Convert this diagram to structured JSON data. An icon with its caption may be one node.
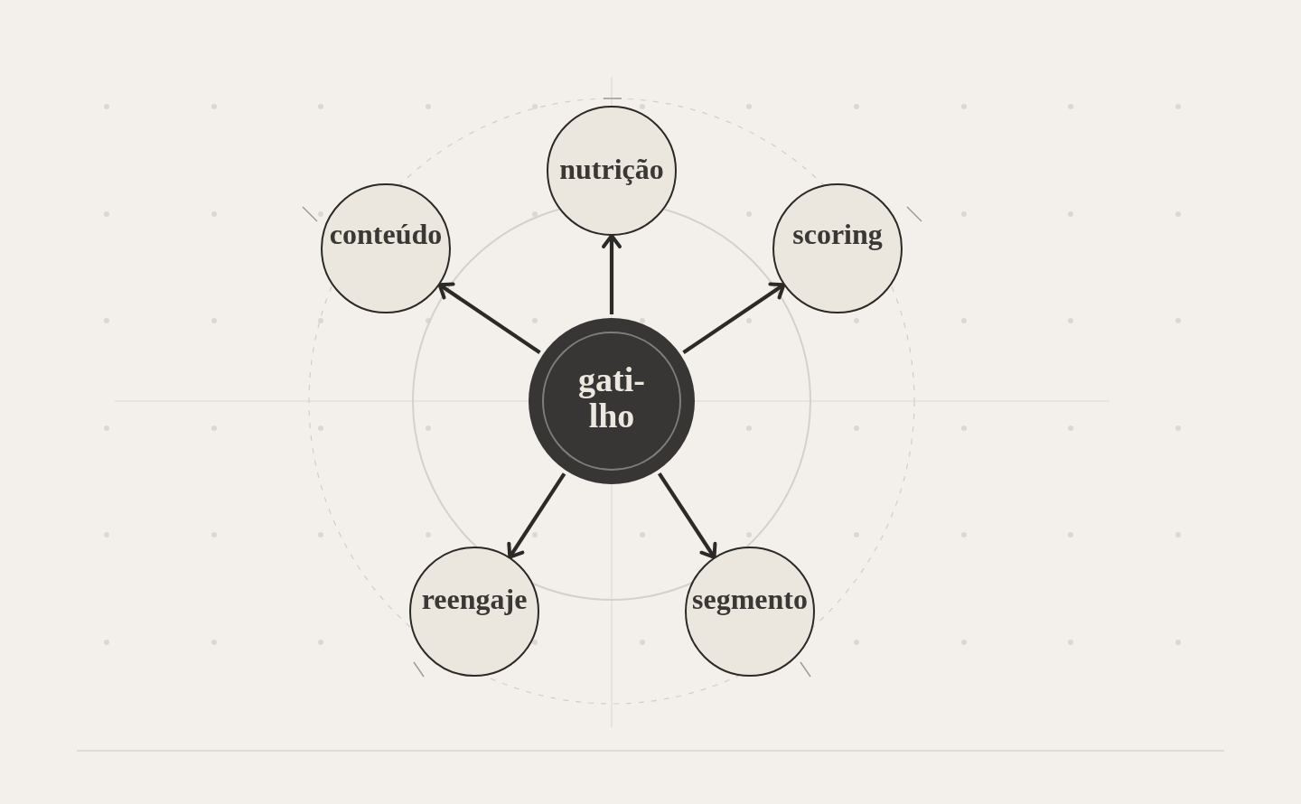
{
  "diagram": {
    "nodes": [
      {
        "text": [
          "nutrição"
        ]
      },
      {
        "text": [
          "conteúdo"
        ]
      },
      {
        "text": [
          "scoring"
        ]
      },
      {
        "text": [
          "gati-lho"
        ]
      },
      {
        "text": [
          "reengaje"
        ]
      },
      {
        "text": [
          "segmento"
        ]
      }
    ],
    "edges": [
      {
        "from": 3,
        "to": 0,
        "arrow": "to"
      },
      {
        "from": 3,
        "to": 1,
        "arrow": "to"
      },
      {
        "from": 3,
        "to": 2,
        "arrow": "to"
      },
      {
        "from": 3,
        "to": 4,
        "arrow": "to"
      },
      {
        "from": 3,
        "to": 5,
        "arrow": "to"
      }
    ]
  }
}
